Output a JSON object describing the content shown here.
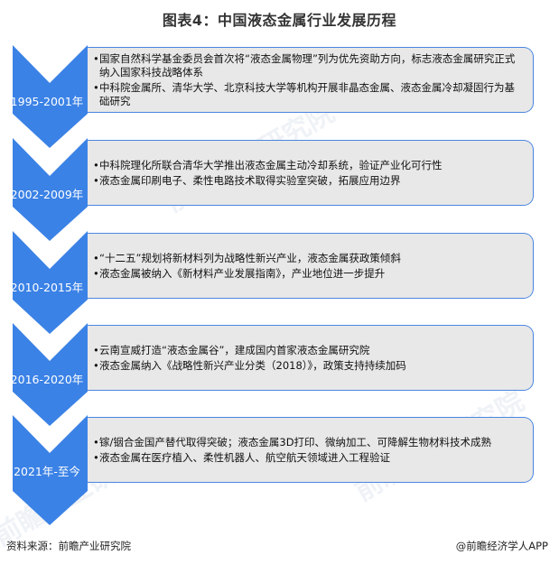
{
  "title": "图表4：中国液态金属行业发展历程",
  "colors": {
    "chevron": "#3b82e6",
    "box_fill": "#e8e8e8",
    "box_border": "#4a86e0",
    "title": "#333333"
  },
  "stages": [
    {
      "period": "1995-2001年",
      "items": [
        "国家自然科学基金委员会首次将“液态金属物理”列为优先资助方向，标志液态金属研究正式纳入国家科技战略体系",
        "中科院金属所、清华大学、北京科技大学等机构开展非晶态金属、液态金属冷却凝固行为基础研究"
      ]
    },
    {
      "period": "2002-2009年",
      "items": [
        "中科院理化所联合清华大学推出液态金属主动冷却系统，验证产业化可行性",
        "液态金属印刷电子、柔性电路技术取得实验室突破，拓展应用边界"
      ]
    },
    {
      "period": "2010-2015年",
      "items": [
        "“十二五”规划将新材料列为战略性新兴产业，液态金属获政策倾斜",
        "液态金属被纳入《新材料产业发展指南》，产业地位进一步提升"
      ]
    },
    {
      "period": "2016-2020年",
      "items": [
        "云南宣威打造“液态金属谷”，建成国内首家液态金属研究院",
        "液态金属纳入《战略性新兴产业分类（2018）》，政策支持持续加码"
      ]
    },
    {
      "period": "2021年-至今",
      "items": [
        "镓/铟合金国产替代取得突破；液态金属3D打印、微纳加工、可降解生物材料技术成熟",
        "液态金属在医疗植入、柔性机器人、航空航天领域进入工程验证"
      ]
    }
  ],
  "footer": {
    "source": "资料来源：前瞻产业研究院",
    "credit": "@前瞻经济学人APP"
  },
  "watermark": "前瞻产业研究院"
}
